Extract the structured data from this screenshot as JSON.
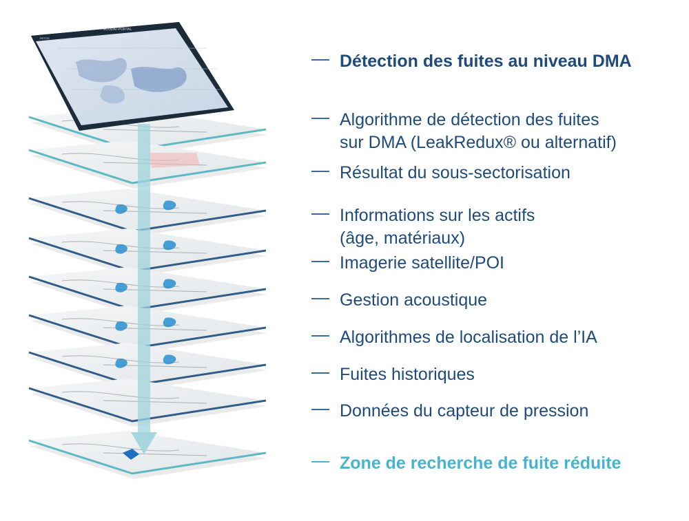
{
  "screen_title": "ECODAT-PORTAL",
  "screen_nav": "RETOS",
  "layers": [
    {
      "name": "algorithm-layer"
    },
    {
      "name": "sectorisation-layer"
    },
    {
      "name": "assets-layer"
    },
    {
      "name": "satellite-layer"
    },
    {
      "name": "acoustic-layer"
    },
    {
      "name": "ai-layer"
    },
    {
      "name": "historic-leaks-layer"
    },
    {
      "name": "pressure-layer"
    },
    {
      "name": "reduced-zone-layer"
    }
  ],
  "labels": [
    {
      "lines": [
        "Détection des fuites au niveau DMA"
      ],
      "style": "bold"
    },
    {
      "lines": [
        "Algorithme de détection des fuites",
        "sur DMA (LeakRedux® ou alternatif)"
      ],
      "style": "normal"
    },
    {
      "lines": [
        "Résultat du sous-sectorisation"
      ],
      "style": "normal"
    },
    {
      "lines": [
        "Informations sur les actifs",
        "(âge, matériaux)"
      ],
      "style": "normal"
    },
    {
      "lines": [
        "Imagerie satellite/POI"
      ],
      "style": "normal"
    },
    {
      "lines": [
        "Gestion acoustique"
      ],
      "style": "normal"
    },
    {
      "lines": [
        "Algorithmes de localisation de l’IA"
      ],
      "style": "normal"
    },
    {
      "lines": [
        "Fuites historiques"
      ],
      "style": "normal"
    },
    {
      "lines": [
        "Données du capteur de pression"
      ],
      "style": "normal"
    },
    {
      "lines": [
        "Zone de recherche de fuite réduite"
      ],
      "style": "accent"
    }
  ],
  "colors": {
    "text": "#1f4a7c",
    "accent": "#47b3cf",
    "plate_edge_teal": "#5bb8c4",
    "plate_edge_navy": "#2f5c8a",
    "arrow": "#9fd3dc",
    "screen_frame": "#1c2b3a"
  }
}
